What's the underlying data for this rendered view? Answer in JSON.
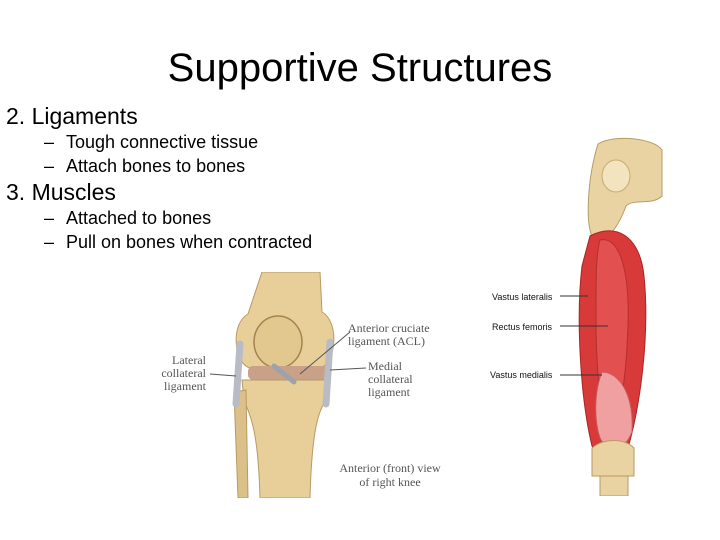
{
  "slide": {
    "title": "Supportive Structures",
    "sections": [
      {
        "heading": "2. Ligaments",
        "bullets": [
          "Tough connective tissue",
          "Attach bones to bones"
        ]
      },
      {
        "heading": "3. Muscles",
        "bullets": [
          "Attached to bones",
          "Pull on bones when contracted"
        ]
      }
    ],
    "bullet_marker": "–"
  },
  "knee_figure": {
    "label_acl_1": "Anterior cruciate",
    "label_acl_2": "ligament (ACL)",
    "label_lateral_1": "Lateral",
    "label_lateral_2": "collateral",
    "label_lateral_3": "ligament",
    "label_medial_1": "Medial",
    "label_medial_2": "collateral",
    "label_medial_3": "ligament",
    "caption_1": "Anterior (front) view",
    "caption_2": "of right knee"
  },
  "thigh_figure": {
    "label_vastus_lateralis": "Vastus lateralis",
    "label_rectus_femoris": "Rectus femoris",
    "label_vastus_medialis": "Vastus medialis"
  },
  "colors": {
    "bone": "#e8cf9a",
    "muscle": "#d83a3a",
    "ligament": "#b9bcc4"
  }
}
